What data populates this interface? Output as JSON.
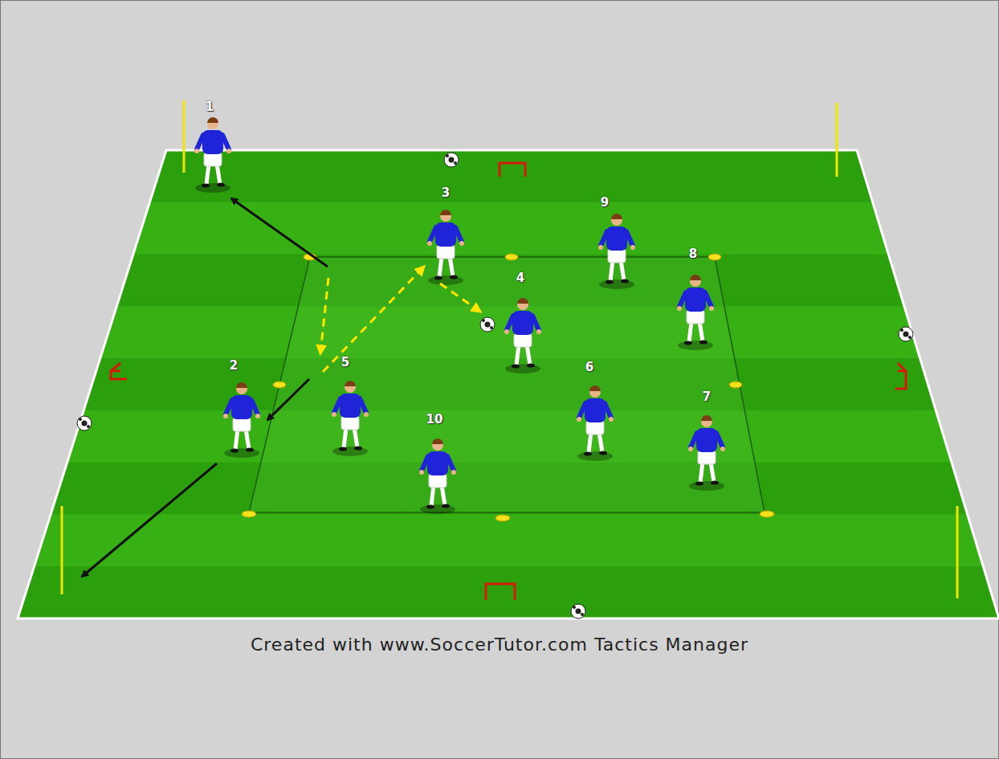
{
  "diagram": {
    "caption": "Created with www.SoccerTutor.com Tactics Manager",
    "labels": [
      "1",
      "3",
      "9",
      "8",
      "4",
      "2",
      "5",
      "6",
      "10",
      "7"
    ]
  }
}
